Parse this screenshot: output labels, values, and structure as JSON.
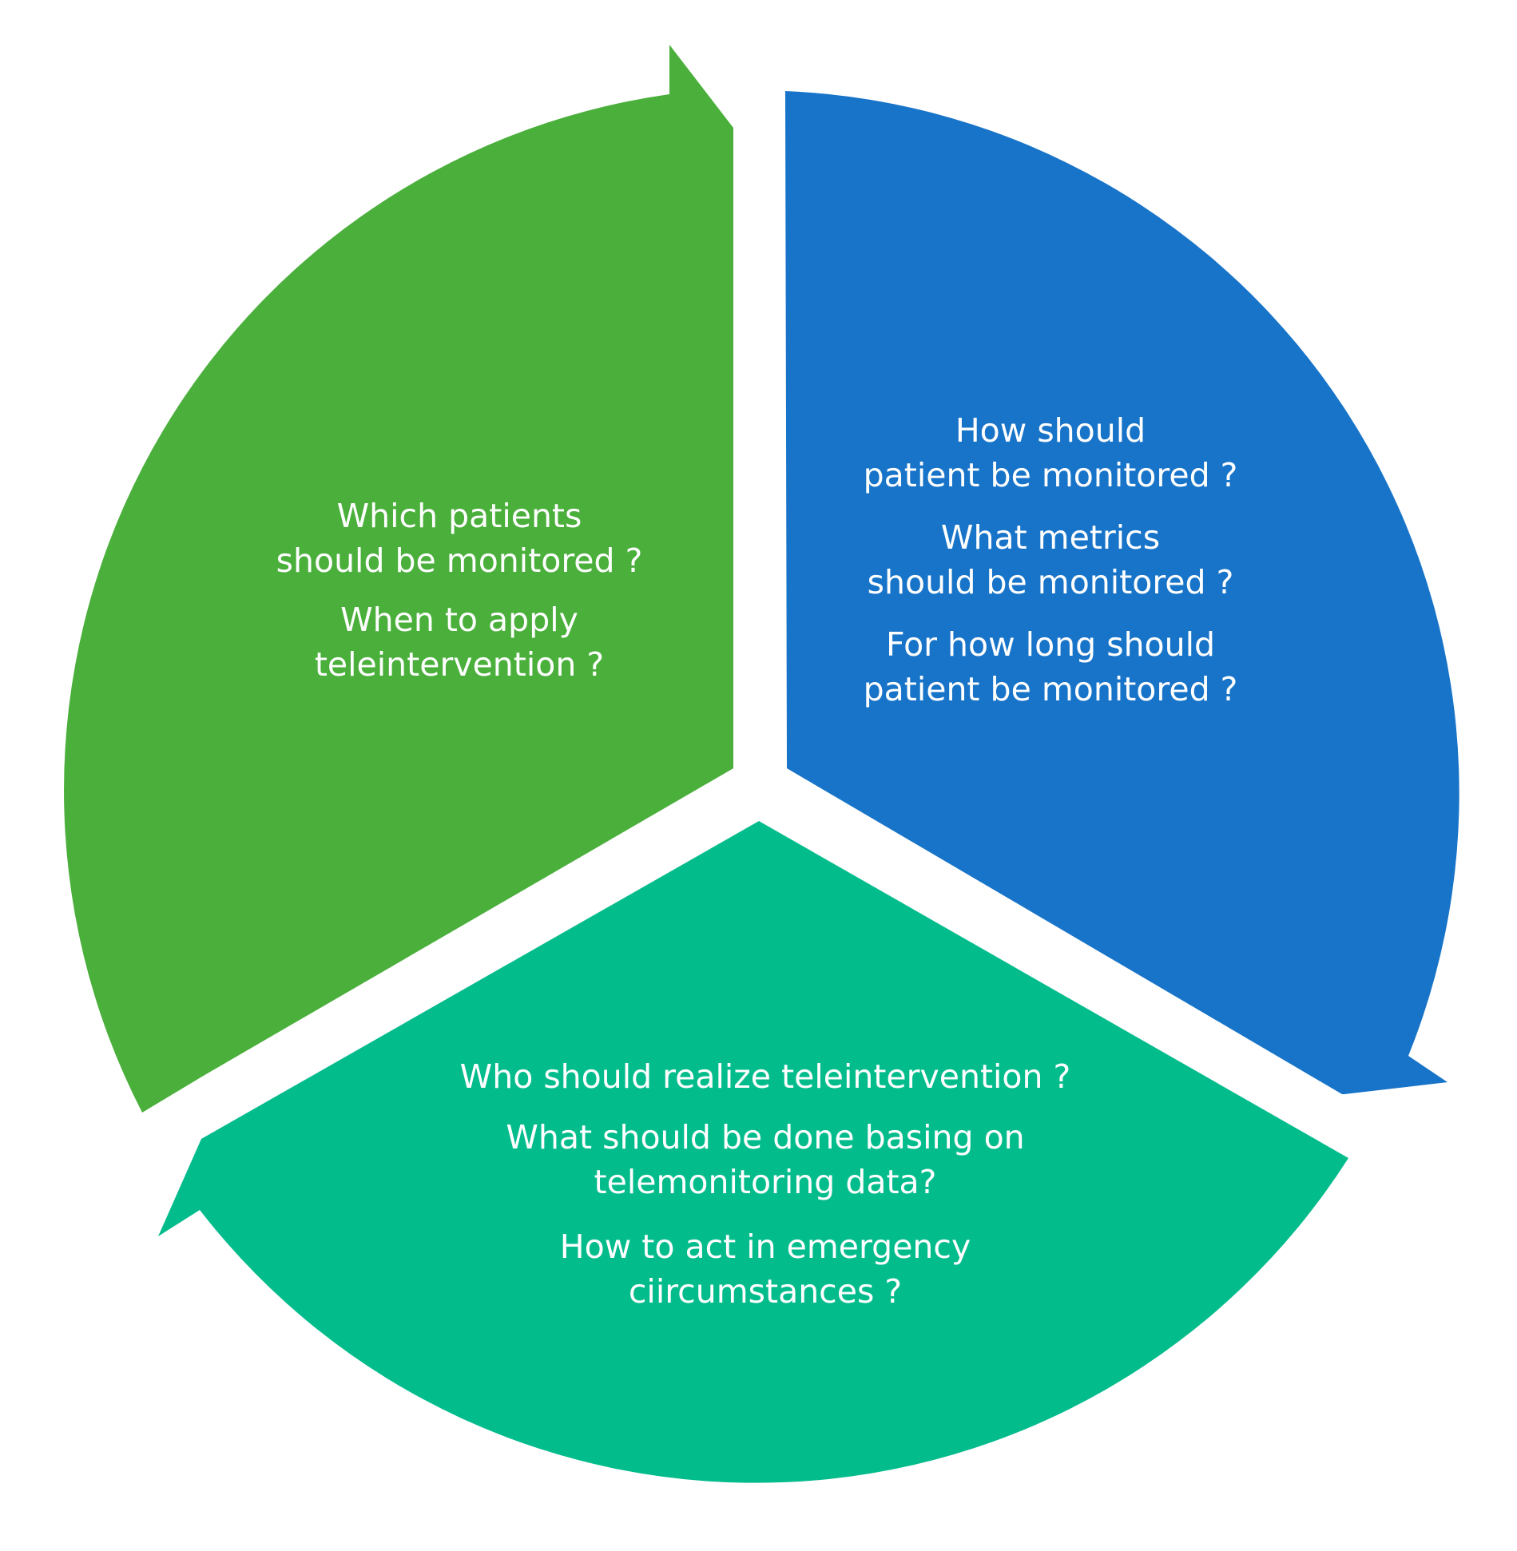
{
  "colors": {
    "top_left_segment": "#4aaf3b",
    "right_segment": "#1874c8",
    "bottom_segment": "#03bc8c",
    "text": "#ffffff"
  },
  "segments": {
    "left": {
      "lines": [
        "Which patients",
        "should be monitored ?",
        "When to apply",
        "teleintervention ?"
      ]
    },
    "right": {
      "lines": [
        "How should",
        "patient be monitored ?",
        "What metrics",
        "should be monitored ?",
        "For how long should",
        "patient be monitored ?"
      ]
    },
    "bottom": {
      "lines": [
        "Who should realize teleintervention ?",
        "What should be done basing on",
        "telemonitoring data?",
        "How to act in emergency",
        "ciircumstances ?"
      ]
    }
  }
}
